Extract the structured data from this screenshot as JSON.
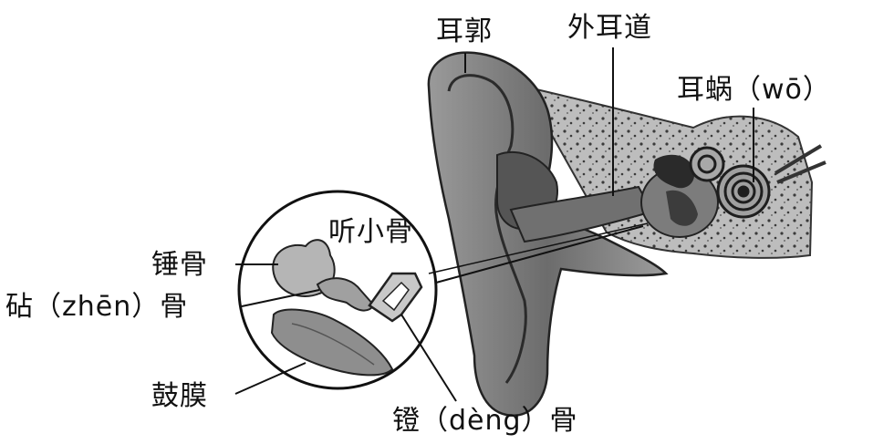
{
  "colors": {
    "ink": "#1a1a1a",
    "tissue_dark": "#5a5a5a",
    "tissue_mid": "#8a8a8a",
    "tissue_light": "#c4c4c4",
    "bone": "#b7b7b7"
  },
  "labels": {
    "pinna": "耳郭",
    "ear_canal": "外耳道",
    "cochlea": "耳蜗（wō）",
    "ossicles": "听小骨",
    "malleus": "锤骨",
    "incus": "砧（zhēn）骨",
    "eardrum": "鼓膜",
    "stapes": "镫（dèng）骨"
  }
}
